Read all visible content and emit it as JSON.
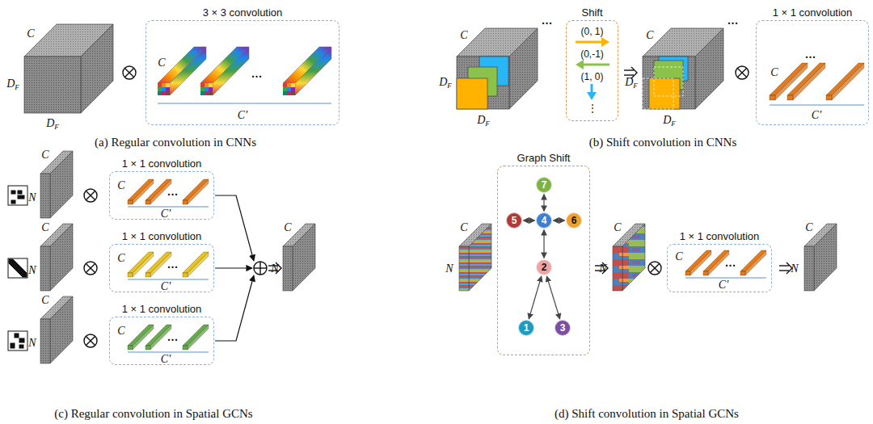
{
  "diagram": {
    "nodes": [
      {
        "text": [
          "3 × 3 convolution"
        ]
      },
      {
        "text": [
          "Shift",
          "(0, 1)",
          "(0,-1)",
          "(1, 0)",
          "⋮"
        ]
      },
      {
        "text": [
          "1 × 1 convolution"
        ]
      },
      {
        "text": [
          "1 × 1 convolution"
        ]
      },
      {
        "text": [
          "1 × 1 convolution"
        ]
      },
      {
        "text": [
          "1 × 1 convolution"
        ]
      },
      {
        "text": [
          "Graph Shift"
        ]
      },
      {
        "text": [
          "7"
        ],
        "in": 6
      },
      {
        "text": [
          "5"
        ],
        "in": 6
      },
      {
        "text": [
          "4"
        ],
        "in": 6
      },
      {
        "text": [
          "6"
        ],
        "in": 6
      },
      {
        "text": [
          "2"
        ],
        "in": 6
      },
      {
        "text": [
          "1"
        ],
        "in": 6
      },
      {
        "text": [
          "3"
        ],
        "in": 6
      },
      {
        "text": [
          "1 × 1 convolution"
        ]
      }
    ],
    "edges": [
      {
        "from": 7,
        "to": 9,
        "arrow": "both"
      },
      {
        "from": 8,
        "to": 9,
        "arrow": "both"
      },
      {
        "from": 9,
        "to": 10,
        "arrow": "both"
      },
      {
        "from": 9,
        "to": 11,
        "arrow": "both"
      },
      {
        "from": 11,
        "to": 12,
        "arrow": "both"
      },
      {
        "from": 11,
        "to": 13,
        "arrow": "both"
      }
    ],
    "labels": [
      "C",
      "DF",
      "DF",
      "C",
      "...",
      "C'",
      "(a) Regular convolution in CNNs",
      "C",
      "DF",
      "DF",
      "...",
      "C",
      "DF",
      "DF",
      "...",
      "C",
      "...",
      "C'",
      "(b) Shift convolution in CNNs",
      "C",
      "N",
      "C",
      "...",
      "C'",
      "C",
      "N",
      "C",
      "...",
      "C'",
      "C",
      "N",
      "C",
      "...",
      "C'",
      "C",
      "N",
      "(c) Regular convolution in Spatial GCNs",
      "C",
      "N",
      "C",
      "N",
      "C",
      "...",
      "C'",
      "C",
      "N",
      "(d) Shift convolution in Spatial GCNs"
    ]
  }
}
